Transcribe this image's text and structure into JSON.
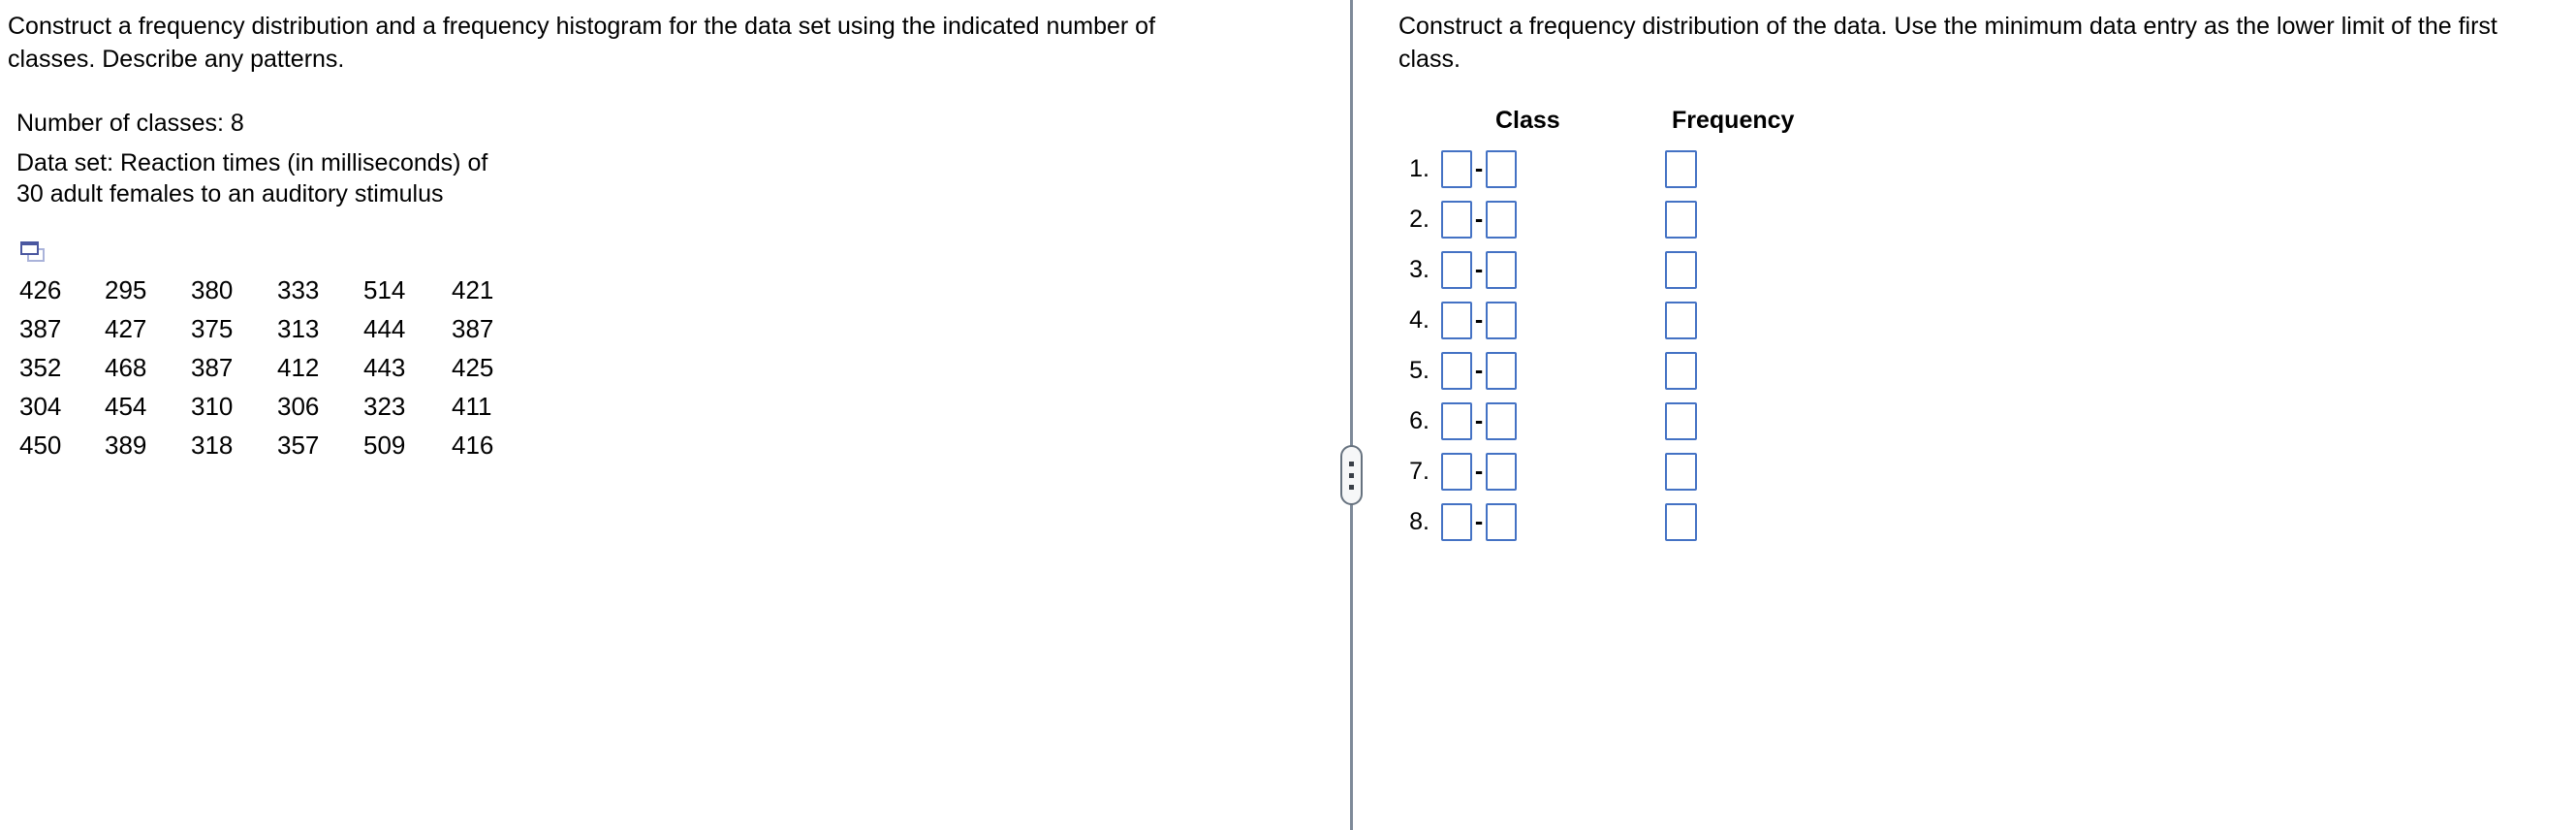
{
  "left_panel": {
    "prompt_lines": [
      "Construct a frequency distribution and a frequency histogram for the data set using the indicated number of",
      "classes. Describe any patterns."
    ],
    "number_of_classes_label": "Number of classes: 8",
    "dataset_lines": [
      "Data set: Reaction times (in milliseconds) of",
      "30 adult females to an auditory stimulus"
    ],
    "icons": {
      "copy_data_icon": "two overlapping windows (pop-up / copy data)"
    },
    "data_table": {
      "rows": [
        [
          "426",
          "295",
          "380",
          "333",
          "514",
          "421"
        ],
        [
          "387",
          "427",
          "375",
          "313",
          "444",
          "387"
        ],
        [
          "352",
          "468",
          "387",
          "412",
          "443",
          "425"
        ],
        [
          "304",
          "454",
          "310",
          "306",
          "323",
          "411"
        ],
        [
          "450",
          "389",
          "318",
          "357",
          "509",
          "416"
        ]
      ]
    }
  },
  "right_panel": {
    "prompt_lines": [
      "Construct a frequency distribution of the data. Use the minimum data entry as the lower limit of the first",
      "class."
    ],
    "table_headers": {
      "class": "Class",
      "frequency": "Frequency"
    },
    "class_separator": "-",
    "rows": [
      {
        "num": "1.",
        "lower": "",
        "upper": "",
        "frequency": ""
      },
      {
        "num": "2.",
        "lower": "",
        "upper": "",
        "frequency": ""
      },
      {
        "num": "3.",
        "lower": "",
        "upper": "",
        "frequency": ""
      },
      {
        "num": "4.",
        "lower": "",
        "upper": "",
        "frequency": ""
      },
      {
        "num": "5.",
        "lower": "",
        "upper": "",
        "frequency": ""
      },
      {
        "num": "6.",
        "lower": "",
        "upper": "",
        "frequency": ""
      },
      {
        "num": "7.",
        "lower": "",
        "upper": "",
        "frequency": ""
      },
      {
        "num": "8.",
        "lower": "",
        "upper": "",
        "frequency": ""
      }
    ]
  },
  "colors": {
    "input_border": "#4472c4",
    "divider": "#7e8a99",
    "copy_icon_front": "#4a57a0",
    "copy_icon_back": "#aab3da",
    "text": "#000000",
    "background": "#ffffff"
  }
}
